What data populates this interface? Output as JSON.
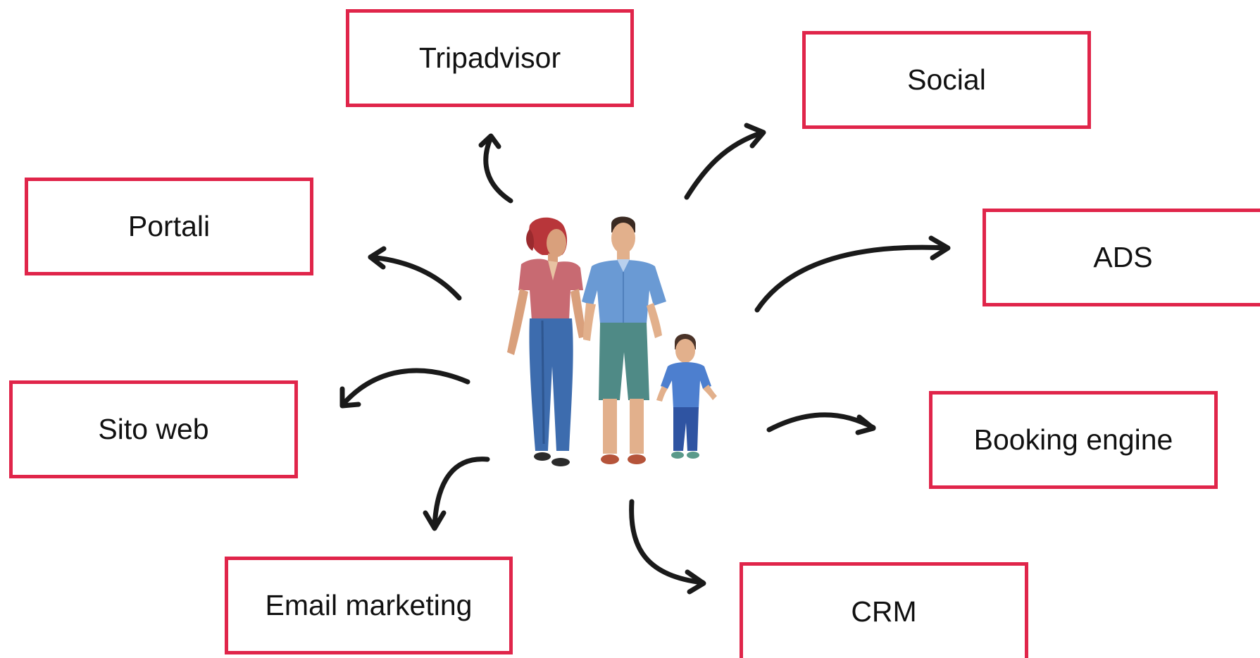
{
  "channels": {
    "tripadvisor": "Tripadvisor",
    "social": "Social",
    "portali": "Portali",
    "ads": "ADS",
    "sito_web": "Sito web",
    "booking_engine": "Booking engine",
    "email_marketing": "Email marketing",
    "crm": "CRM"
  },
  "colors": {
    "box_border": "#e0254a",
    "arrow": "#1a1a1a",
    "text": "#111111"
  },
  "center_image": {
    "icon": "family-walking-illustration"
  }
}
